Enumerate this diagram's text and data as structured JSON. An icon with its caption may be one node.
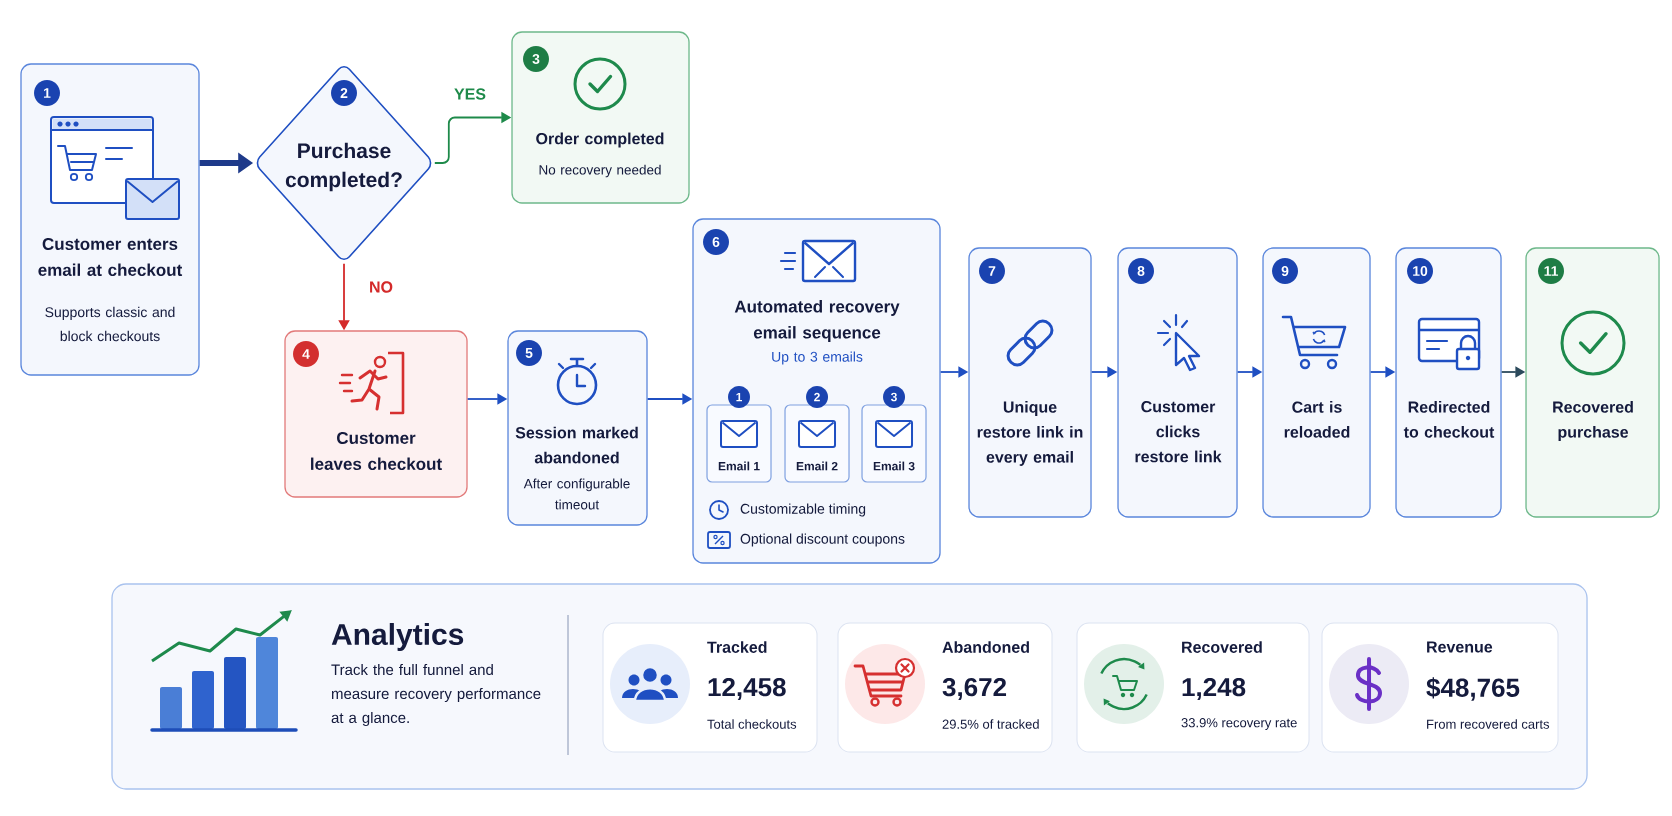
{
  "diagram": {
    "nodes": [
      {
        "text": [
          "1",
          "Customer enters email at checkout",
          "Supports classic and block checkouts"
        ]
      },
      {
        "text": [
          "2",
          "Purchase completed?"
        ]
      },
      {
        "text": [
          "3",
          "Order completed",
          "No recovery needed"
        ]
      },
      {
        "text": [
          "4",
          "Customer leaves checkout"
        ]
      },
      {
        "text": [
          "5",
          "Session marked abandoned",
          "After configurable timeout"
        ]
      },
      {
        "text": [
          "6",
          "Automated recovery email sequence",
          "Up to 3 emails",
          "Customizable timing",
          "Optional discount coupons"
        ]
      },
      {
        "text": [
          "1",
          "Email 1"
        ],
        "in": 5
      },
      {
        "text": [
          "2",
          "Email 2"
        ],
        "in": 5
      },
      {
        "text": [
          "3",
          "Email 3"
        ],
        "in": 5
      },
      {
        "text": [
          "7",
          "Unique restore link in every email"
        ]
      },
      {
        "text": [
          "8",
          "Customer clicks restore link"
        ]
      },
      {
        "text": [
          "9",
          "Cart is reloaded"
        ]
      },
      {
        "text": [
          "10",
          "Redirected to checkout"
        ]
      },
      {
        "text": [
          "11",
          "Recovered purchase"
        ]
      },
      {
        "text": [
          "Analytics",
          "Track the full funnel and measure recovery performance at a glance."
        ]
      },
      {
        "text": [
          "Tracked",
          "12,458",
          "Total checkouts"
        ],
        "in": 14
      },
      {
        "text": [
          "Abandoned",
          "3,672",
          "29.5% of tracked"
        ],
        "in": 14
      },
      {
        "text": [
          "Recovered",
          "1,248",
          "33.9% recovery rate"
        ],
        "in": 14
      },
      {
        "text": [
          "Revenue",
          "$48,765",
          "From recovered carts"
        ],
        "in": 14
      }
    ],
    "edges": [
      {
        "from": 0,
        "to": 1,
        "arrow": "to",
        "style": "thick",
        "color": "#1e3a8a"
      },
      {
        "from": 1,
        "to": 2,
        "arrow": "to",
        "label": "YES",
        "color": "#1e8a4a"
      },
      {
        "from": 1,
        "to": 3,
        "arrow": "to",
        "label": "NO",
        "color": "#d42a2a"
      },
      {
        "from": 3,
        "to": 4,
        "arrow": "to"
      },
      {
        "from": 4,
        "to": 5,
        "arrow": "to"
      },
      {
        "from": 5,
        "to": 9,
        "arrow": "to"
      },
      {
        "from": 9,
        "to": 10,
        "arrow": "to"
      },
      {
        "from": 10,
        "to": 11,
        "arrow": "to"
      },
      {
        "from": 11,
        "to": 12,
        "arrow": "to"
      },
      {
        "from": 12,
        "to": 13,
        "arrow": "to",
        "color": "#2c4a5c"
      }
    ]
  }
}
